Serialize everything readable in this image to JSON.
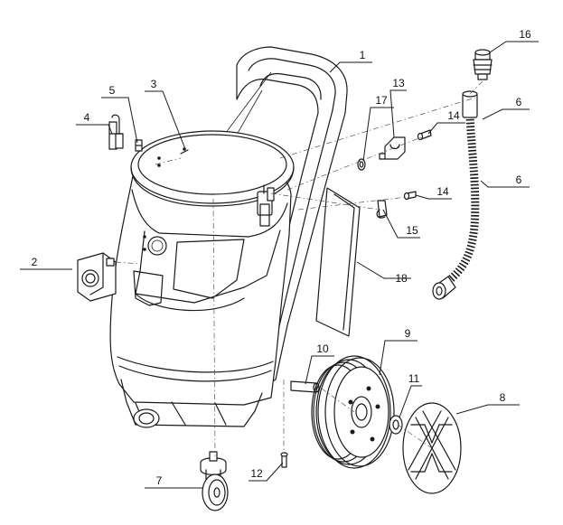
{
  "diagram": {
    "type": "exploded-parts-diagram",
    "callouts": [
      {
        "id": "c1",
        "label": "1"
      },
      {
        "id": "c2",
        "label": "2"
      },
      {
        "id": "c3",
        "label": "3"
      },
      {
        "id": "c4",
        "label": "4"
      },
      {
        "id": "c5",
        "label": "5"
      },
      {
        "id": "c6a",
        "label": "6"
      },
      {
        "id": "c6b",
        "label": "6"
      },
      {
        "id": "c7",
        "label": "7"
      },
      {
        "id": "c8",
        "label": "8"
      },
      {
        "id": "c9",
        "label": "9"
      },
      {
        "id": "c10",
        "label": "10"
      },
      {
        "id": "c11",
        "label": "11"
      },
      {
        "id": "c12",
        "label": "12"
      },
      {
        "id": "c13",
        "label": "13"
      },
      {
        "id": "c14a",
        "label": "14"
      },
      {
        "id": "c14b",
        "label": "14"
      },
      {
        "id": "c15",
        "label": "15"
      },
      {
        "id": "c16",
        "label": "16"
      },
      {
        "id": "c17",
        "label": "17"
      },
      {
        "id": "c18",
        "label": "18"
      }
    ]
  }
}
